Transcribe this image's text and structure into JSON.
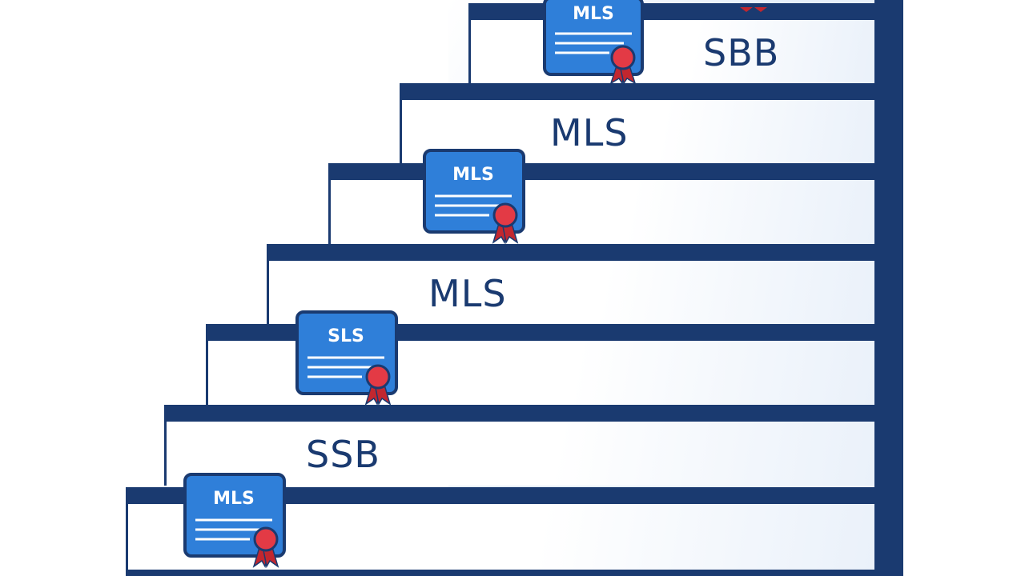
{
  "diagram": {
    "steps": [
      {
        "label": "SBB"
      },
      {
        "label": "MLS"
      },
      {
        "label": ""
      },
      {
        "label": "MLS"
      },
      {
        "label": ""
      },
      {
        "label": "SSB"
      },
      {
        "label": ""
      }
    ],
    "certificates": [
      {
        "label": "MLS"
      },
      {
        "label": "MLS"
      },
      {
        "label": "SLS"
      },
      {
        "label": "MLS"
      }
    ]
  },
  "colors": {
    "navy": "#1a3a70",
    "certificate_blue": "#2f7fd9",
    "ribbon_red": "#e33a45",
    "background": "#ffffff"
  }
}
